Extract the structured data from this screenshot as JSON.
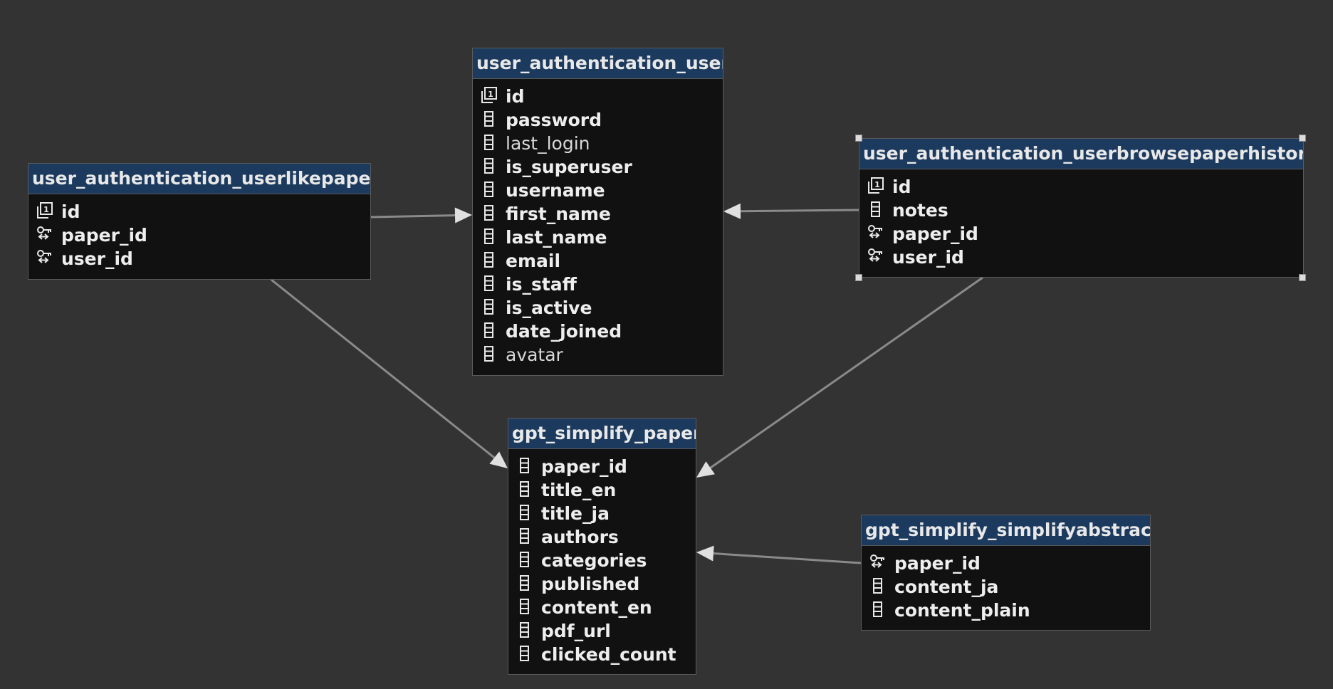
{
  "tables": {
    "user_authentication_user": {
      "name": "user_authentication_user",
      "columns": [
        {
          "name": "id",
          "icon": "primary-key-icon",
          "nullable": false
        },
        {
          "name": "password",
          "icon": "column-icon",
          "nullable": false
        },
        {
          "name": "last_login",
          "icon": "column-icon",
          "nullable": true
        },
        {
          "name": "is_superuser",
          "icon": "column-icon",
          "nullable": false
        },
        {
          "name": "username",
          "icon": "column-icon",
          "nullable": false
        },
        {
          "name": "first_name",
          "icon": "column-icon",
          "nullable": false
        },
        {
          "name": "last_name",
          "icon": "column-icon",
          "nullable": false
        },
        {
          "name": "email",
          "icon": "column-icon",
          "nullable": false
        },
        {
          "name": "is_staff",
          "icon": "column-icon",
          "nullable": false
        },
        {
          "name": "is_active",
          "icon": "column-icon",
          "nullable": false
        },
        {
          "name": "date_joined",
          "icon": "column-icon",
          "nullable": false
        },
        {
          "name": "avatar",
          "icon": "column-icon",
          "nullable": true
        }
      ]
    },
    "user_authentication_userlikepaper": {
      "name": "user_authentication_userlikepaper",
      "columns": [
        {
          "name": "id",
          "icon": "primary-key-icon",
          "nullable": false
        },
        {
          "name": "paper_id",
          "icon": "foreign-key-icon",
          "nullable": false
        },
        {
          "name": "user_id",
          "icon": "foreign-key-icon",
          "nullable": false
        }
      ]
    },
    "user_authentication_userbrowsepaperhistory": {
      "name": "user_authentication_userbrowsepaperhistory",
      "selected": true,
      "columns": [
        {
          "name": "id",
          "icon": "primary-key-icon",
          "nullable": false
        },
        {
          "name": "notes",
          "icon": "column-icon",
          "nullable": false
        },
        {
          "name": "paper_id",
          "icon": "foreign-key-icon",
          "nullable": false
        },
        {
          "name": "user_id",
          "icon": "foreign-key-icon",
          "nullable": false
        }
      ]
    },
    "gpt_simplify_paper": {
      "name": "gpt_simplify_paper",
      "columns": [
        {
          "name": "paper_id",
          "icon": "column-icon",
          "nullable": false
        },
        {
          "name": "title_en",
          "icon": "column-icon",
          "nullable": false
        },
        {
          "name": "title_ja",
          "icon": "column-icon",
          "nullable": false
        },
        {
          "name": "authors",
          "icon": "column-icon",
          "nullable": false
        },
        {
          "name": "categories",
          "icon": "column-icon",
          "nullable": false
        },
        {
          "name": "published",
          "icon": "column-icon",
          "nullable": false
        },
        {
          "name": "content_en",
          "icon": "column-icon",
          "nullable": false
        },
        {
          "name": "pdf_url",
          "icon": "column-icon",
          "nullable": false
        },
        {
          "name": "clicked_count",
          "icon": "column-icon",
          "nullable": false
        }
      ]
    },
    "gpt_simplify_simplifyabstract": {
      "name": "gpt_simplify_simplifyabstract",
      "columns": [
        {
          "name": "paper_id",
          "icon": "foreign-key-icon",
          "nullable": false
        },
        {
          "name": "content_ja",
          "icon": "column-icon",
          "nullable": false
        },
        {
          "name": "content_plain",
          "icon": "column-icon",
          "nullable": false
        }
      ]
    }
  },
  "relations": [
    {
      "from": "user_authentication_userlikepaper",
      "to": "user_authentication_user"
    },
    {
      "from": "user_authentication_userbrowsepaperhistory",
      "to": "user_authentication_user"
    },
    {
      "from": "user_authentication_userlikepaper",
      "to": "gpt_simplify_paper"
    },
    {
      "from": "user_authentication_userbrowsepaperhistory",
      "to": "gpt_simplify_paper"
    },
    {
      "from": "gpt_simplify_simplifyabstract",
      "to": "gpt_simplify_paper"
    }
  ],
  "colors": {
    "background": "#333333",
    "header": "#1c3a5e",
    "body": "#111111",
    "link": "#8a8a8a",
    "arrowhead": "#e0e0e0"
  }
}
